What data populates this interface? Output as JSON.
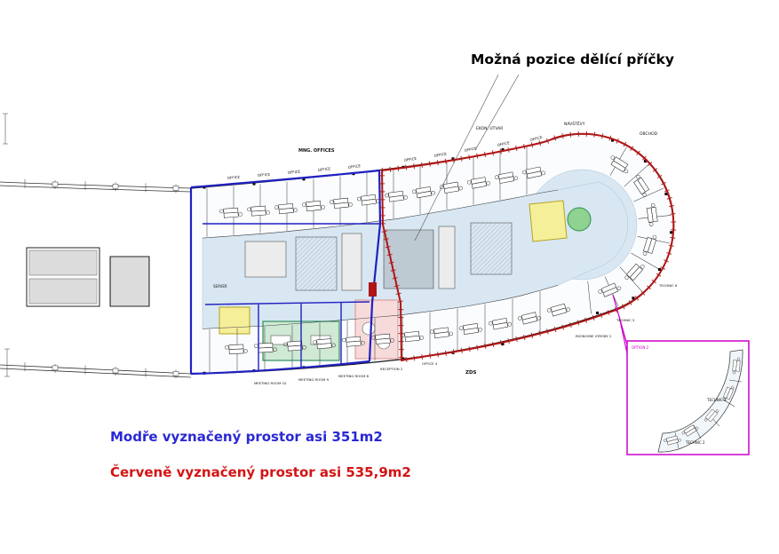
{
  "title": "Možná pozice dělící příčky",
  "legend": {
    "blue": "Modře vyznačený prostor asi 351m2",
    "red": "Červeně vyznačený prostor asi 535,9m2"
  },
  "labels": {
    "mng_offices": "MNG. OFFICES",
    "ekon_utvar": "EKON. ÚTVAR",
    "navstevy": "NÁVŠTĚVY",
    "obchod": "OBCHOD",
    "office": "OFFICE",
    "server": "SERVER",
    "meeting_room_10": "MEETING ROOM 10",
    "meeting_room_9": "MEETING ROOM 9",
    "meeting_room_8": "MEETING ROOM 8",
    "reception": "RECEPTION 2",
    "office_4": "OFFICE 4",
    "zds": "ZDS",
    "technic_5": "TECHNIC 5",
    "technic_6": "TECHNIC 6",
    "ekonomie_vyroby": "EKONOMIE VÝROBY 2",
    "option2": "OPTION 2",
    "technic_3": "TECHNIC 3",
    "technic_2": "TECHNIC 2"
  },
  "colors": {
    "blue_outline": "#2020c0",
    "red_outline": "#b01616",
    "magenta": "#cc00cc",
    "blue_text": "#2a28d4",
    "red_text": "#d41414",
    "corridor": "#d8e7f2",
    "room_yellow": "#f6ef9a",
    "room_green": "#cfe9d4",
    "room_pink": "#f7dada"
  }
}
